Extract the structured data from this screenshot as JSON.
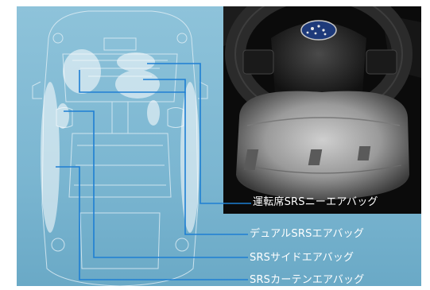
{
  "callouts": {
    "driver_knee": "運転席SRSニーエアバッグ",
    "dual_front": "デュアルSRSエアバッグ",
    "side": "SRSサイドエアバッグ",
    "curtain": "SRSカーテンエアバッグ"
  },
  "colors": {
    "panel_blue": "#7bb6d1",
    "leader_line": "#1e7fd3",
    "airbag_white": "#ffffff",
    "photo_bg": "#0b0b0b"
  }
}
